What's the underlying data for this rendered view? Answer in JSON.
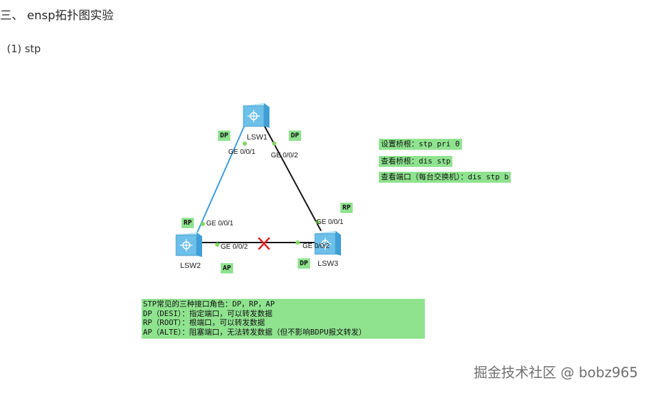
{
  "heading": "三、 ensp拓扑图实验",
  "subheading": "(1) stp",
  "devices": [
    "LSW1",
    "LSW2",
    "LSW3"
  ],
  "ports": {
    "lsw1_left": "GE 0/0/1",
    "lsw1_right": "GE 0/0/2",
    "lsw2_top": "GE 0/0/1",
    "lsw2_right": "GE 0/0/2",
    "lsw3_top": "GE 0/0/1",
    "lsw3_left": "GE 0/0/2"
  },
  "roles": {
    "lsw1_left": "DP",
    "lsw1_right": "DP",
    "lsw2_top": "RP",
    "lsw2_right": "AP",
    "lsw3_top": "RP",
    "lsw3_left": "DP"
  },
  "commands": [
    "设置桥根：stp pri 0",
    "查看桥根：dis stp",
    "查看端口（每台交换机）：dis stp b"
  ],
  "notes": [
    "STP常见的三种接口角色：DP，RP，AP",
    "DP（DESI）：指定端口，可以转发数据",
    "RP（ROOT）：根端口，可以转发数据",
    "AP（ALTE）：阻塞端口，无法转发数据（但不影响BDPU报文转发）"
  ],
  "colors": {
    "tag_bg": "#8fe38f",
    "link_active": "#3a9be0",
    "link_normal": "#111111",
    "blocked_mark": "#e02020",
    "port_dot": "#7ed957",
    "switch_body": "#6cc0ea"
  },
  "watermark": "掘金技术社区 @ bobz965"
}
